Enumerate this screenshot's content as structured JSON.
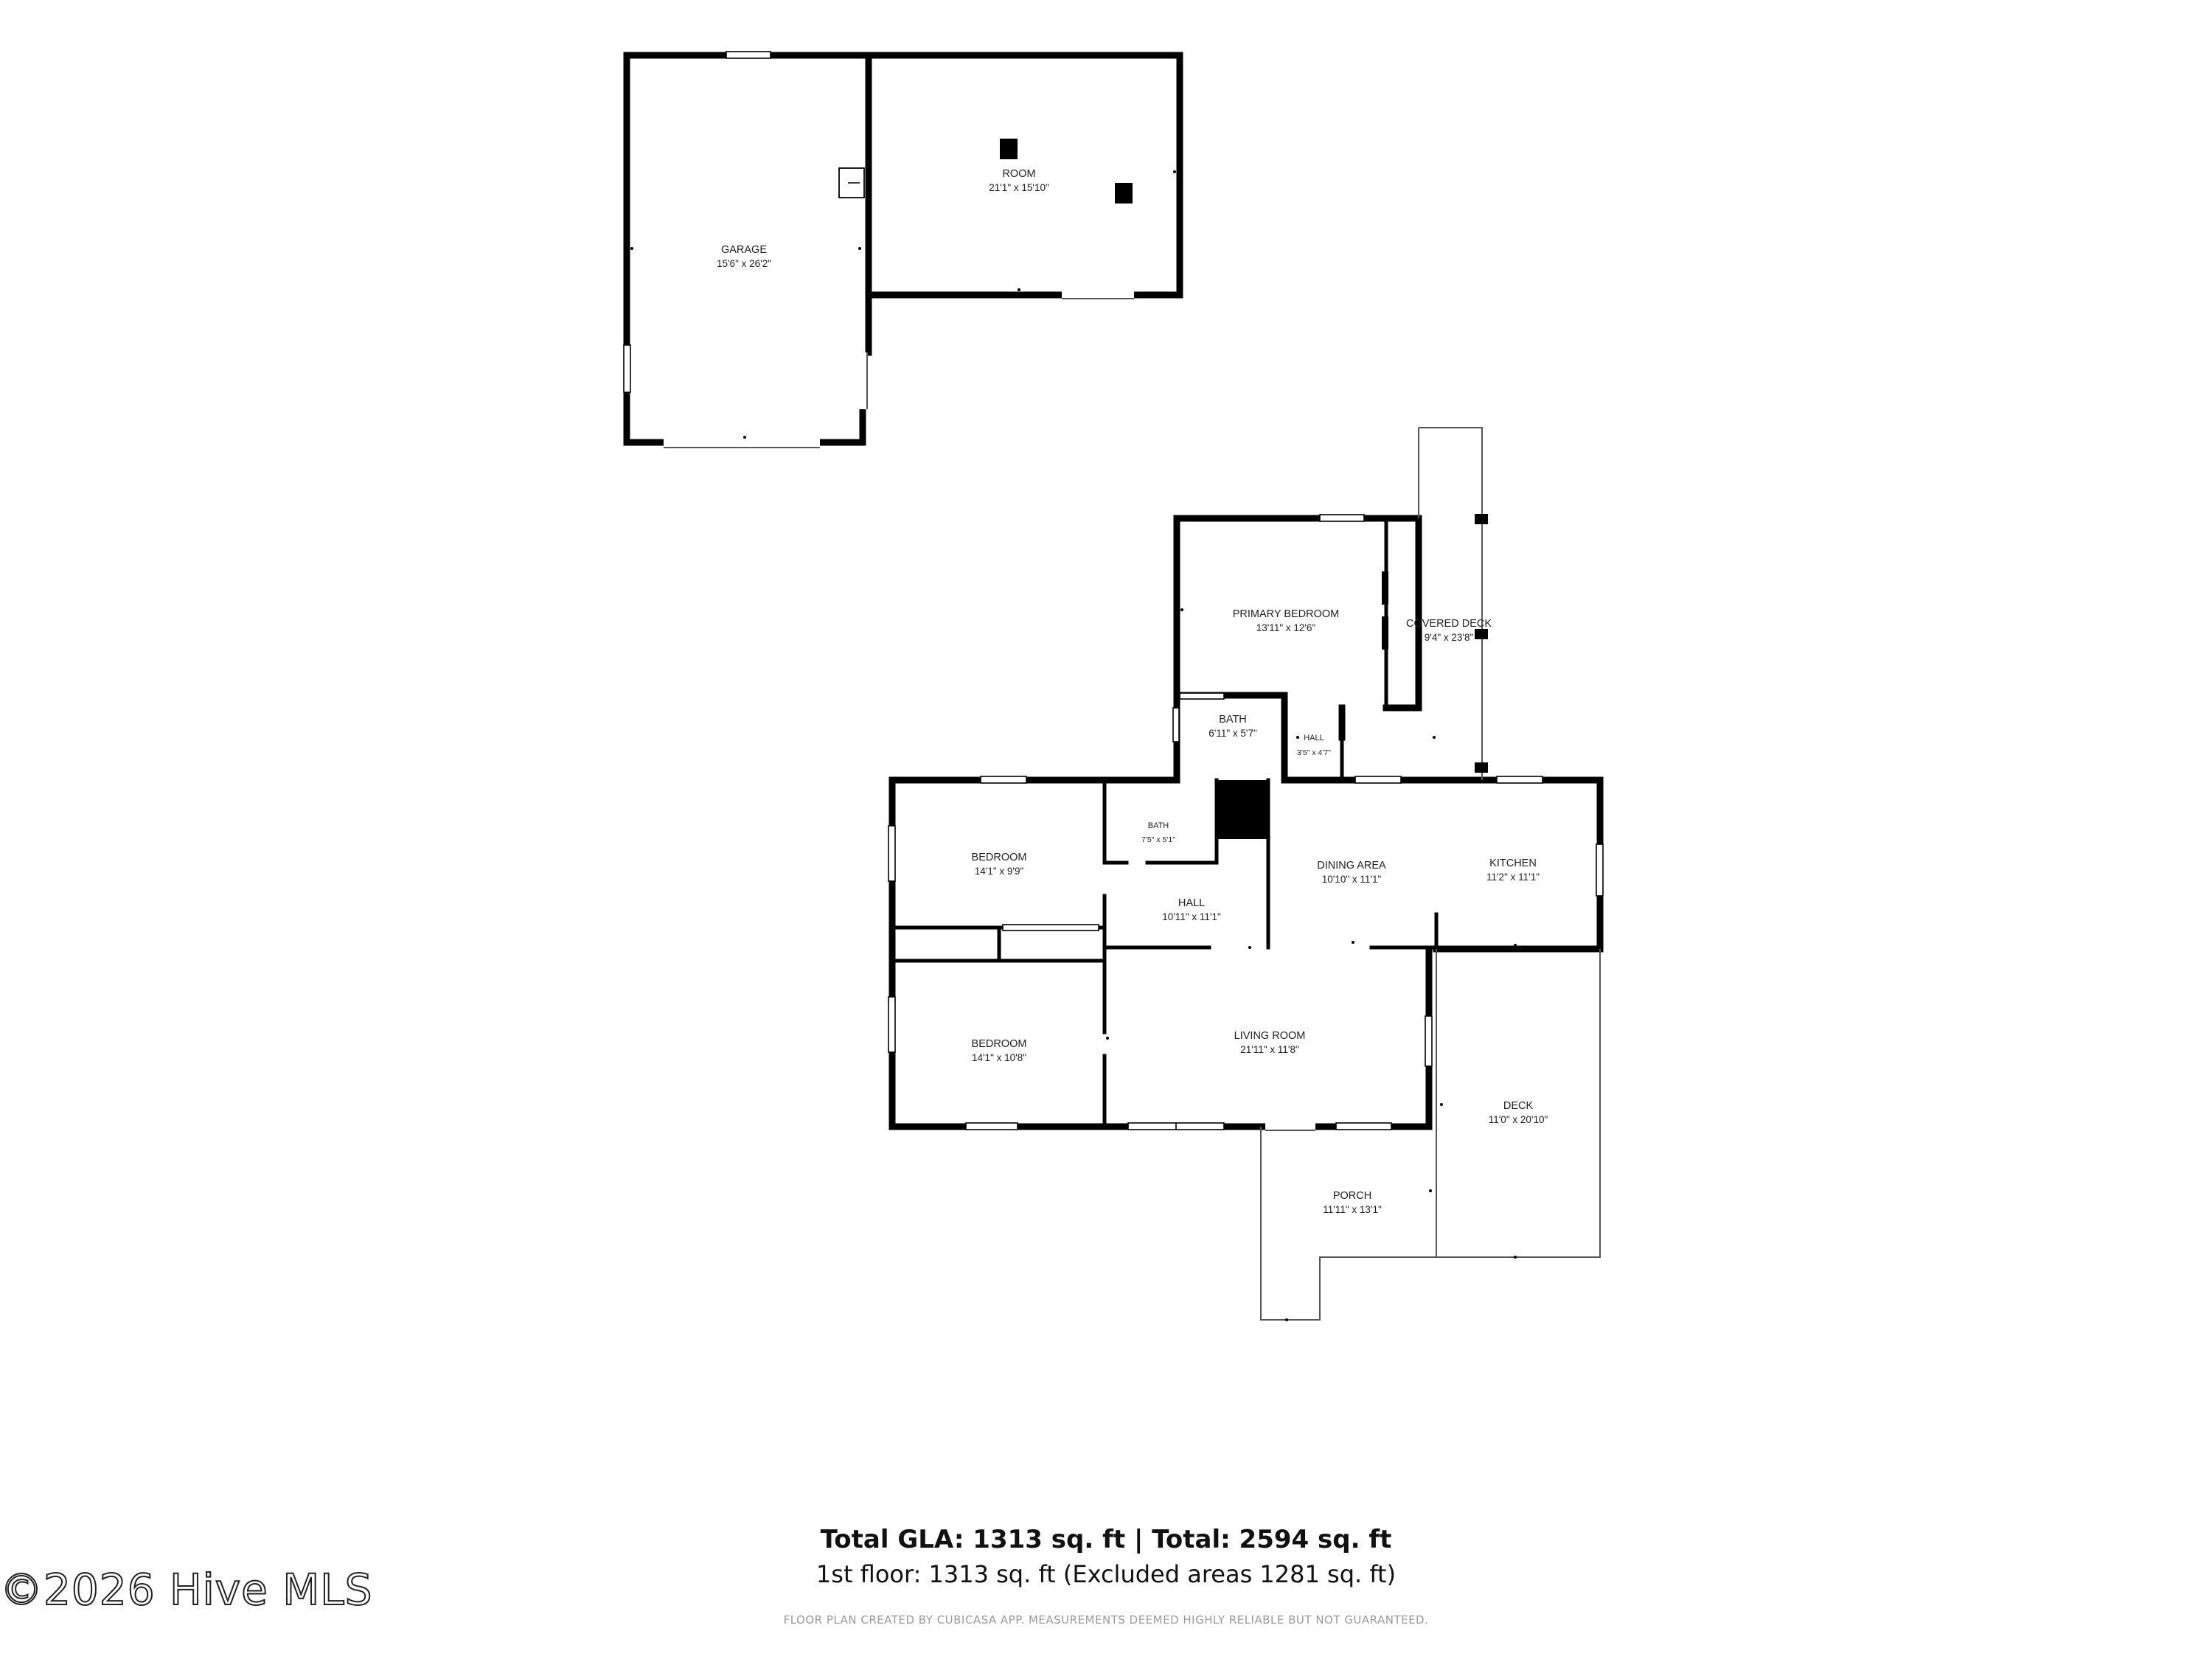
{
  "rooms": {
    "garage": {
      "name": "GARAGE",
      "dims": "15'6\" x 26'2\""
    },
    "room": {
      "name": "ROOM",
      "dims": "21'1\" x 15'10\""
    },
    "primary_bedroom": {
      "name": "PRIMARY BEDROOM",
      "dims": "13'11\" x 12'6\""
    },
    "covered_deck": {
      "name": "COVERED DECK",
      "dims": "9'4\" x 23'8\""
    },
    "bath_primary": {
      "name": "BATH",
      "dims": "6'11\" x 5'7\""
    },
    "hall_small": {
      "name": "HALL",
      "dims": "3'5\" x 4'7\""
    },
    "bath_2": {
      "name": "BATH",
      "dims": "7'5\" x 5'1\""
    },
    "bedroom_1": {
      "name": "BEDROOM",
      "dims": "14'1\" x 9'9\""
    },
    "hall": {
      "name": "HALL",
      "dims": "10'11\" x 11'1\""
    },
    "dining_area": {
      "name": "DINING AREA",
      "dims": "10'10\" x 11'1\""
    },
    "kitchen": {
      "name": "KITCHEN",
      "dims": "11'2\" x 11'1\""
    },
    "bedroom_2": {
      "name": "BEDROOM",
      "dims": "14'1\" x 10'8\""
    },
    "living_room": {
      "name": "LIVING ROOM",
      "dims": "21'11\" x 11'8\""
    },
    "deck": {
      "name": "DECK",
      "dims": "11'0\" x 20'10\""
    },
    "porch": {
      "name": "PORCH",
      "dims": "11'11\" x 13'1\""
    }
  },
  "totals": {
    "main": "Total GLA: 1313 sq. ft | Total: 2594 sq. ft",
    "sub": "1st floor: 1313 sq. ft (Excluded areas 1281 sq. ft)"
  },
  "disclaimer": "FLOOR PLAN CREATED BY CUBICASA APP. MEASUREMENTS DEEMED HIGHLY RELIABLE BUT NOT GUARANTEED.",
  "watermark": "©2026 Hive MLS"
}
